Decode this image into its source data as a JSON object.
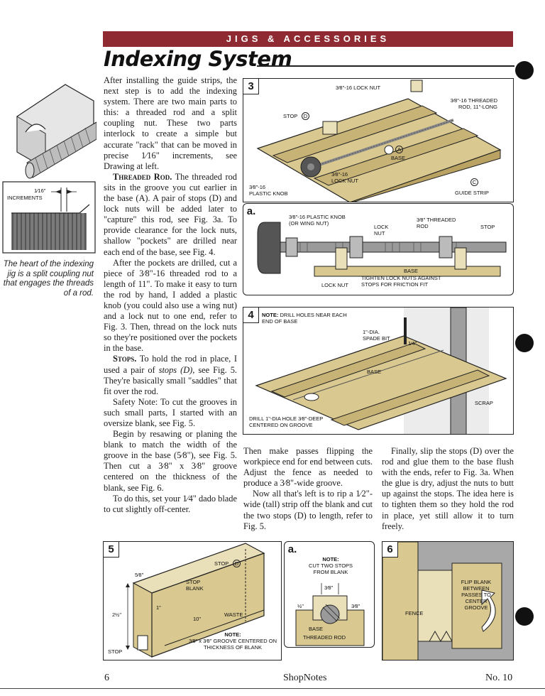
{
  "header": {
    "section": "JIGS & ACCESSORIES",
    "title": "Indexing System"
  },
  "sidebar": {
    "illustration_labels": {
      "increment": "1⁄16\"",
      "increments": "INCREMENTS"
    },
    "caption": "The heart of the indexing jig is a split coupling nut that engages the threads of a rod."
  },
  "article": {
    "p1": "After installing the guide strips, the next step is to add the indexing system. There are two main parts to this: a threaded rod and a split coupling nut. These two parts interlock to create a simple but accurate \"rack\" that can be moved in precise 1⁄16\" increments, see Drawing at left.",
    "p2_head": "Threaded Rod.",
    "p2": " The threaded rod sits in the groove you cut earlier in the base (A). A pair of stops (D) and lock nuts will be added later to \"capture\" this rod, see Fig. 3a. To provide clearance for the lock nuts, shallow \"pockets\" are drilled near each end of the base, see Fig. 4.",
    "p3": "After the pockets are drilled, cut a piece of 3⁄8\"-16 threaded rod to a length of 11\". To make it easy to turn the rod by hand, I added a plastic knob (you could also use a wing nut) and a lock nut to one end, refer to Fig. 3. Then, thread on the lock nuts so they're positioned over the pockets in the base.",
    "p4_head": "Stops.",
    "p4_pre": " To hold the rod in place, I used a pair of ",
    "p4_em": "stops (D)",
    "p4_post": ", see Fig. 5. They're basically small \"saddles\" that fit over the rod.",
    "p5": "Safety Note: To cut the grooves in such small parts, I started with an oversize blank, see Fig. 5.",
    "p6": "Begin by resawing or planing the blank to match the width of the groove in the base (5⁄8\"), see Fig. 5. Then cut a 3⁄8\" x 3⁄8\" groove centered on the thickness of the blank, see Fig. 6.",
    "p7": "To do this, set your 1⁄4\" dado blade to cut slightly off-center.",
    "p8": "Then make passes flipping the workpiece end for end between cuts. Adjust the fence as needed to produce a 3⁄8\"-wide groove.",
    "p9": "Now all that's left is to rip a 1⁄2\"-wide (tall) strip off the blank and cut the two stops (D) to length, refer to Fig. 5.",
    "p10": "Finally, slip the stops (D) over the rod and glue them to the base flush with the ends, refer to Fig. 3a. When the glue is dry, adjust the nuts to butt up against the stops. The idea here is to tighten them so they hold the rod in place, yet still allow it to turn freely."
  },
  "fig3": {
    "number": "3",
    "labels": {
      "lock_nut_top": "3⁄8\"-16 LOCK NUT",
      "threaded_rod": "3⁄8\"-16 THREADED ROD, 11\"-LONG",
      "stop": "STOP",
      "stop_letter": "D",
      "base": "BASE",
      "base_letter": "A",
      "lock_nut": "3⁄8\"-16 LOCK NUT",
      "plastic_knob": "3⁄8\"-16 PLASTIC KNOB",
      "guide_strip": "GUIDE STRIP",
      "guide_letter": "C"
    }
  },
  "fig3a": {
    "number": "a.",
    "labels": {
      "knob": "3⁄8\"-16 PLASTIC KNOB (OR WING NUT)",
      "threaded_rod": "3⁄8\" THREADED ROD",
      "stop": "STOP",
      "lock_nut_upper": "LOCK NUT",
      "base": "BASE",
      "lock_nut_lower": "LOCK NUT",
      "note": "TIGHTEN LOCK NUTS AGAINST STOPS FOR FRICTION FIT"
    }
  },
  "fig4": {
    "number": "4",
    "labels": {
      "note_head": "NOTE:",
      "note": "DRILL HOLES NEAR EACH END OF BASE",
      "spade": "1\"-DIA. SPADE BIT",
      "depth": "1⁄4\"",
      "base": "BASE",
      "scrap": "SCRAP",
      "drill": "DRILL 1\"-DIA HOLE 3⁄8\"-DEEP CENTERED ON GROOVE"
    }
  },
  "fig5": {
    "number": "5",
    "labels": {
      "stop_top": "STOP",
      "stop_letter": "D",
      "dim_top": "5⁄8\"",
      "stop_blank": "STOP BLANK",
      "dim_1": "1\"",
      "dim_height": "2½\"",
      "dim_10": "10\"",
      "waste": "WASTE",
      "stop_bottom": "STOP",
      "note_head": "NOTE:",
      "note": "3⁄8\" x 3⁄8\" GROOVE CENTERED ON THICKNESS OF BLANK"
    }
  },
  "fig5a": {
    "number": "a.",
    "labels": {
      "note_head": "NOTE:",
      "note": "CUT TWO STOPS FROM BLANK",
      "dim_top": "3⁄8\"",
      "dim_left": "½\"",
      "dim_right": "3⁄8\"",
      "base": "BASE",
      "threaded_rod": "THREADED ROD"
    }
  },
  "fig6": {
    "number": "6",
    "labels": {
      "flip": "FLIP BLANK BETWEEN PASSES TO CENTER GROOVE",
      "fence": "FENCE"
    }
  },
  "footer": {
    "page": "6",
    "publication": "ShopNotes",
    "issue": "No. 10"
  },
  "colors": {
    "banner": "#8f2a32",
    "wood": "#d9c88f",
    "wood_dark": "#b9a262",
    "steel": "#8f8f8f"
  }
}
